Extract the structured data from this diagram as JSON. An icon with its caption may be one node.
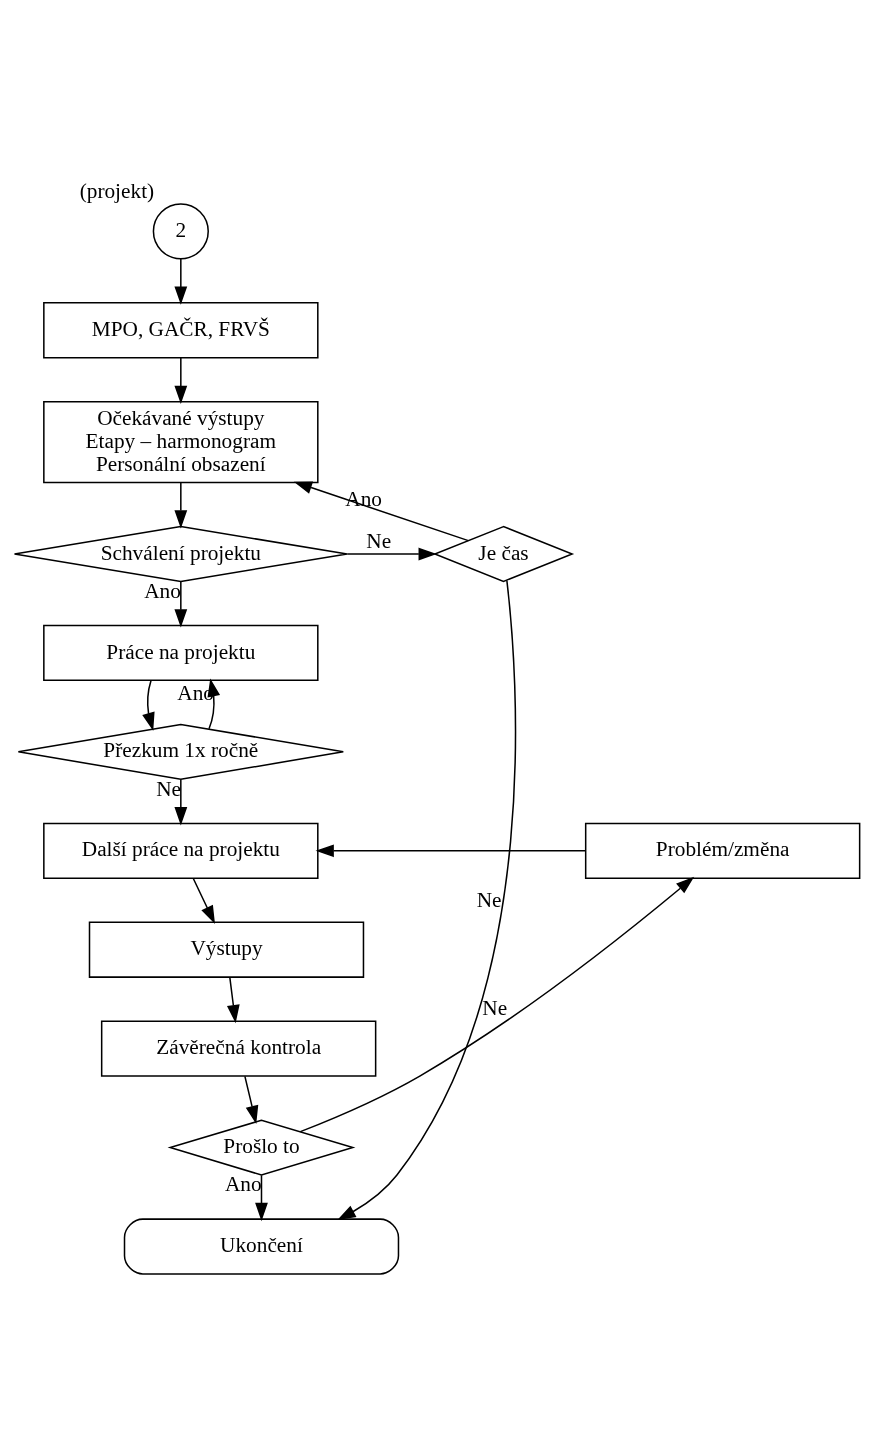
{
  "diagram": {
    "nodes": [
      {
        "text": [
          "2"
        ],
        "beside": [
          "(projekt)"
        ]
      },
      {
        "text": [
          "MPO, GAČR, FRVŠ"
        ]
      },
      {
        "text": [
          "Očekávané výstupy",
          "Etapy – harmonogram",
          "Personální obsazení"
        ]
      },
      {
        "text": [
          "Schválení projektu"
        ]
      },
      {
        "text": [
          "Je čas"
        ]
      },
      {
        "text": [
          "Práce na projektu"
        ]
      },
      {
        "text": [
          "Přezkum 1x ročně"
        ]
      },
      {
        "text": [
          "Další práce na projektu"
        ]
      },
      {
        "text": [
          "Problém/změna"
        ]
      },
      {
        "text": [
          "Výstupy"
        ]
      },
      {
        "text": [
          "Závěrečná kontrola"
        ]
      },
      {
        "text": [
          "Prošlo to"
        ]
      },
      {
        "text": [
          "Ukončení"
        ]
      }
    ],
    "edges": [
      {
        "from": 0,
        "to": 1,
        "arrow": "to"
      },
      {
        "from": 1,
        "to": 2,
        "arrow": "to"
      },
      {
        "from": 2,
        "to": 3,
        "arrow": "to"
      },
      {
        "from": 3,
        "to": 4,
        "label": "Ne",
        "arrow": "to"
      },
      {
        "from": 4,
        "to": 2,
        "label": "Ano",
        "arrow": "to"
      },
      {
        "from": 3,
        "to": 5,
        "label": "Ano",
        "arrow": "to"
      },
      {
        "from": 5,
        "to": 6,
        "arrow": "to"
      },
      {
        "from": 6,
        "to": 5,
        "label": "Ano",
        "arrow": "to"
      },
      {
        "from": 6,
        "to": 7,
        "label": "Ne",
        "arrow": "to"
      },
      {
        "from": 7,
        "to": 9,
        "arrow": "to"
      },
      {
        "from": 9,
        "to": 10,
        "arrow": "to"
      },
      {
        "from": 10,
        "to": 11,
        "arrow": "to"
      },
      {
        "from": 11,
        "to": 8,
        "label": "Ne",
        "arrow": "to"
      },
      {
        "from": 8,
        "to": 7,
        "arrow": "to"
      },
      {
        "from": 11,
        "to": 12,
        "label": "Ano",
        "arrow": "to"
      },
      {
        "from": 4,
        "to": 12,
        "label": "Ne",
        "arrow": "to"
      }
    ]
  }
}
